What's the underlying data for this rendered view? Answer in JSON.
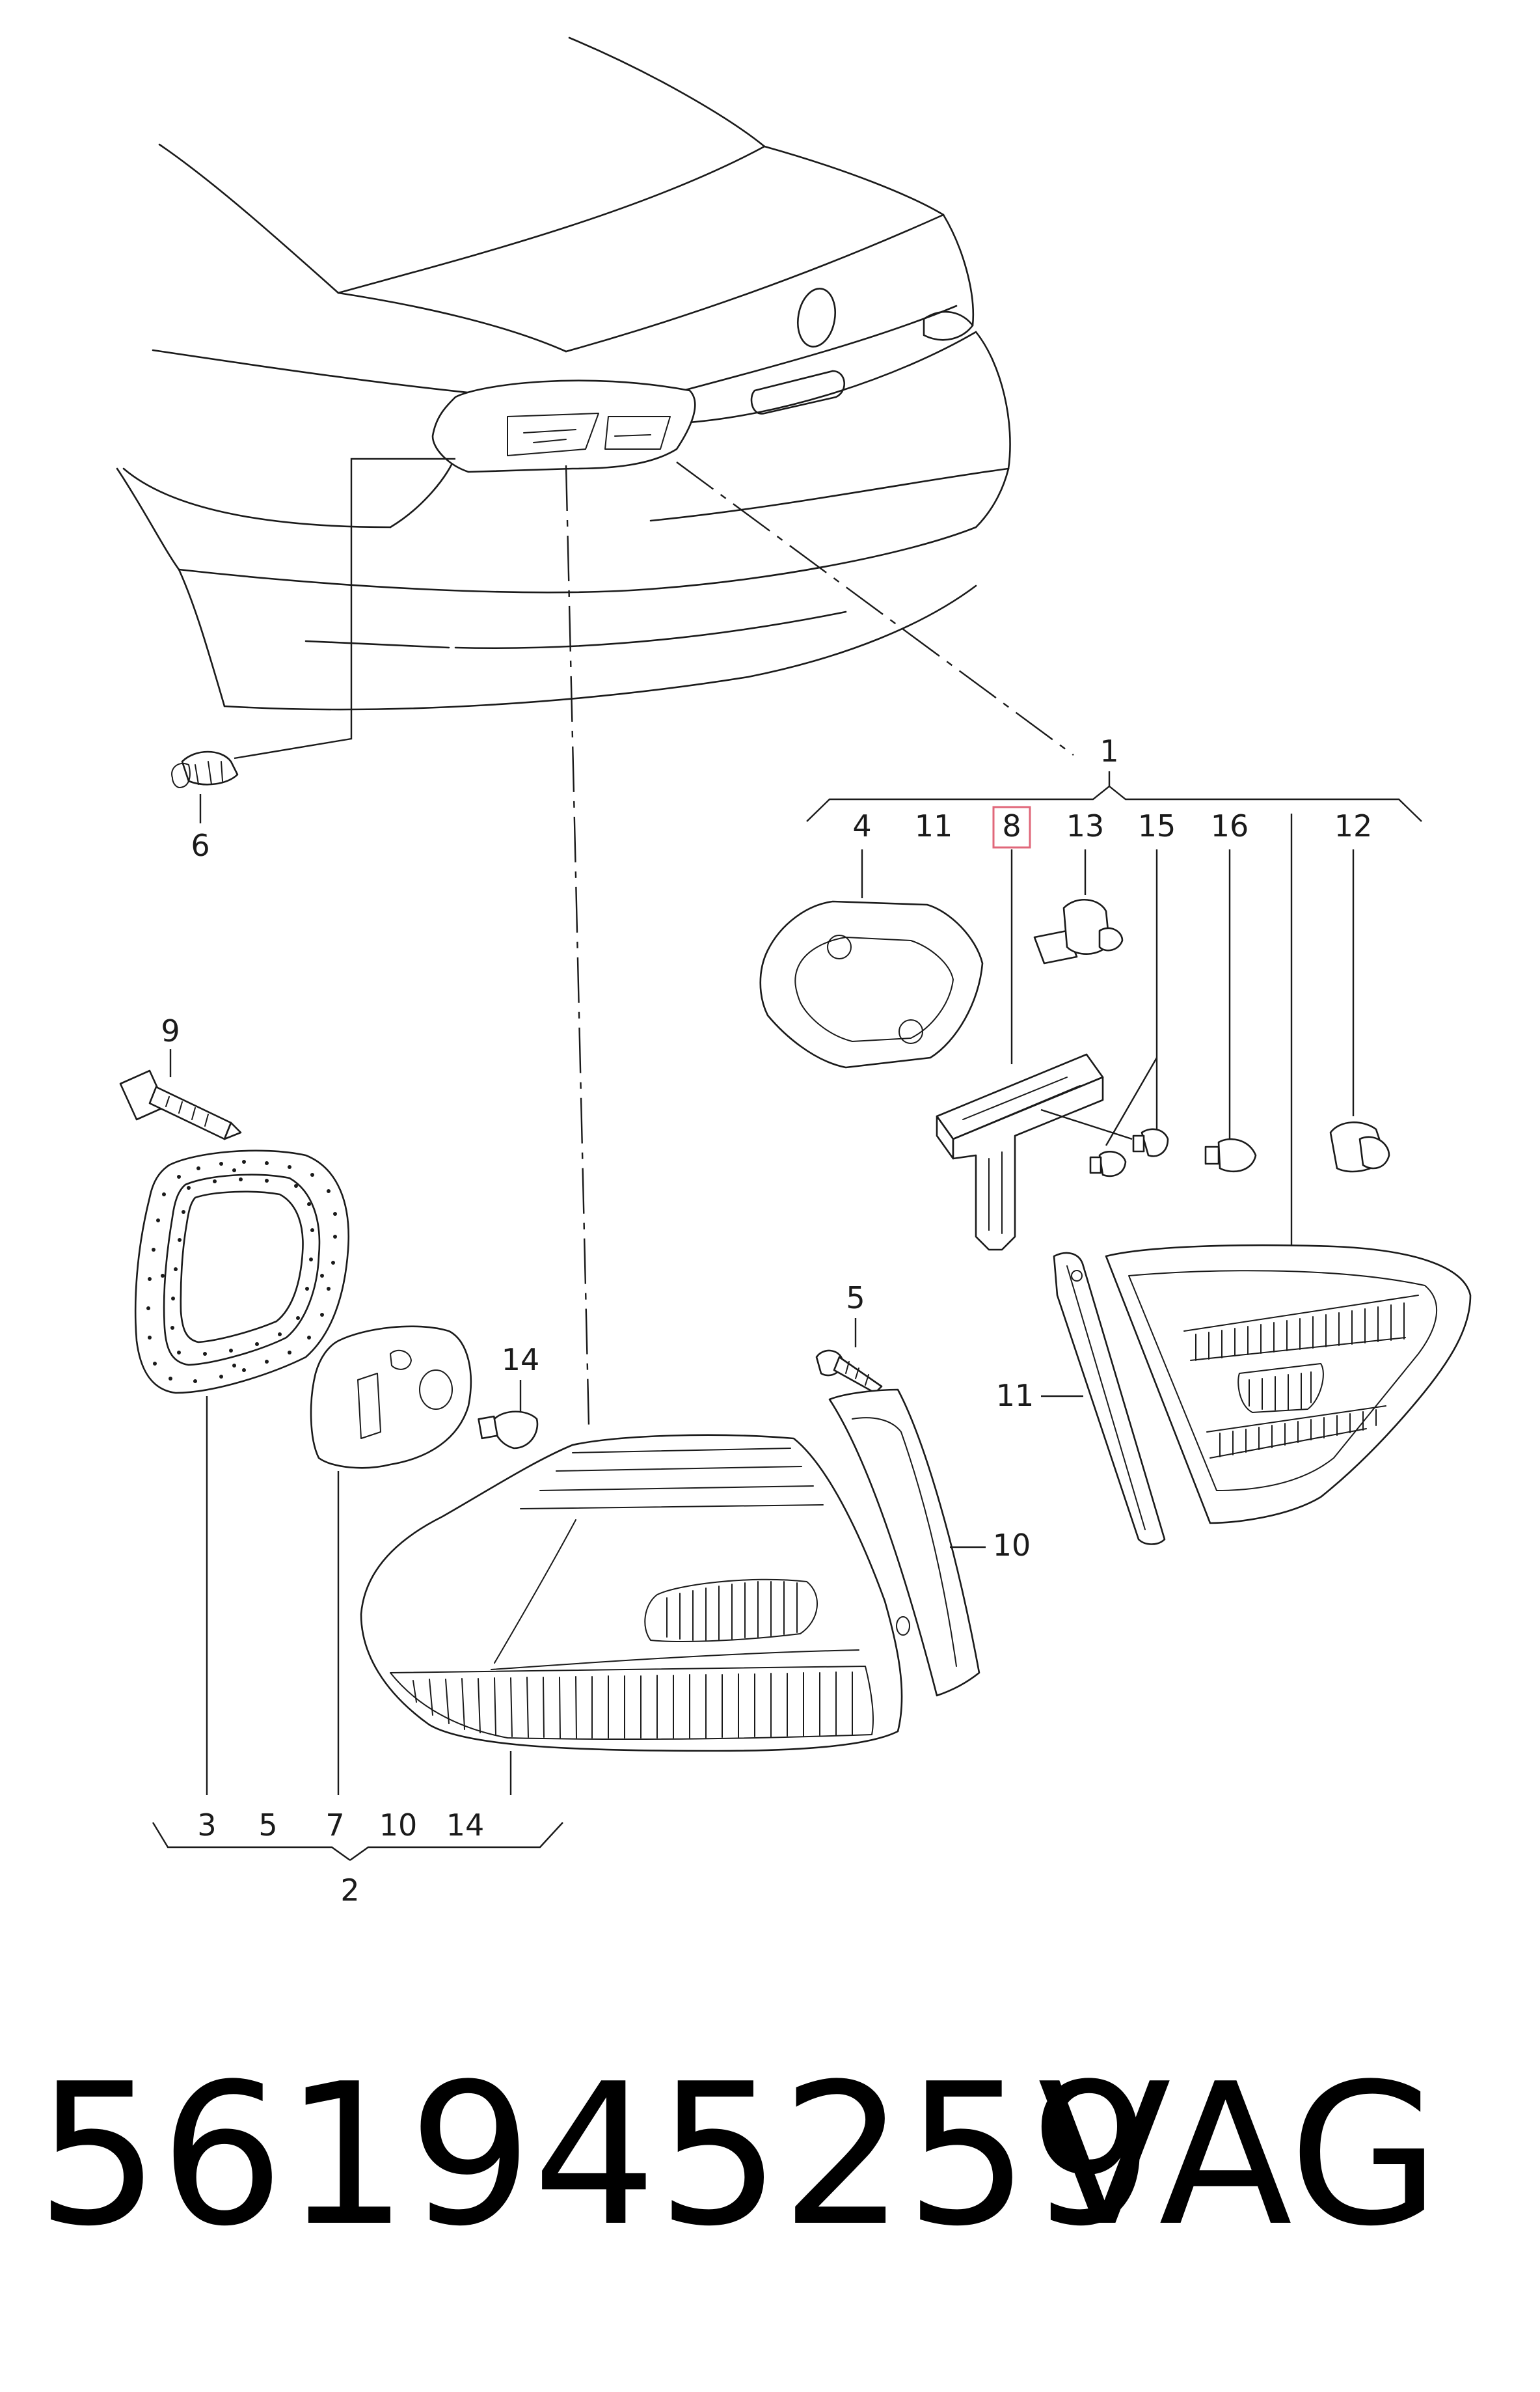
{
  "diagram": {
    "callouts": {
      "c1": "1",
      "c2": "2",
      "c4": "4",
      "c5": "5",
      "c6": "6",
      "c9": "9",
      "c10": "10",
      "c11b": "11",
      "c12": "12",
      "c14": "14"
    },
    "group1_items": [
      "4",
      "11",
      "8",
      "13",
      "15",
      "16",
      "12"
    ],
    "group2_items": [
      "3",
      "5",
      "7",
      "10",
      "14"
    ],
    "highlighted_callout": "8",
    "highlight_color": "#e0677a"
  },
  "footer": {
    "part_number": "561945259",
    "brand": "VAG"
  }
}
